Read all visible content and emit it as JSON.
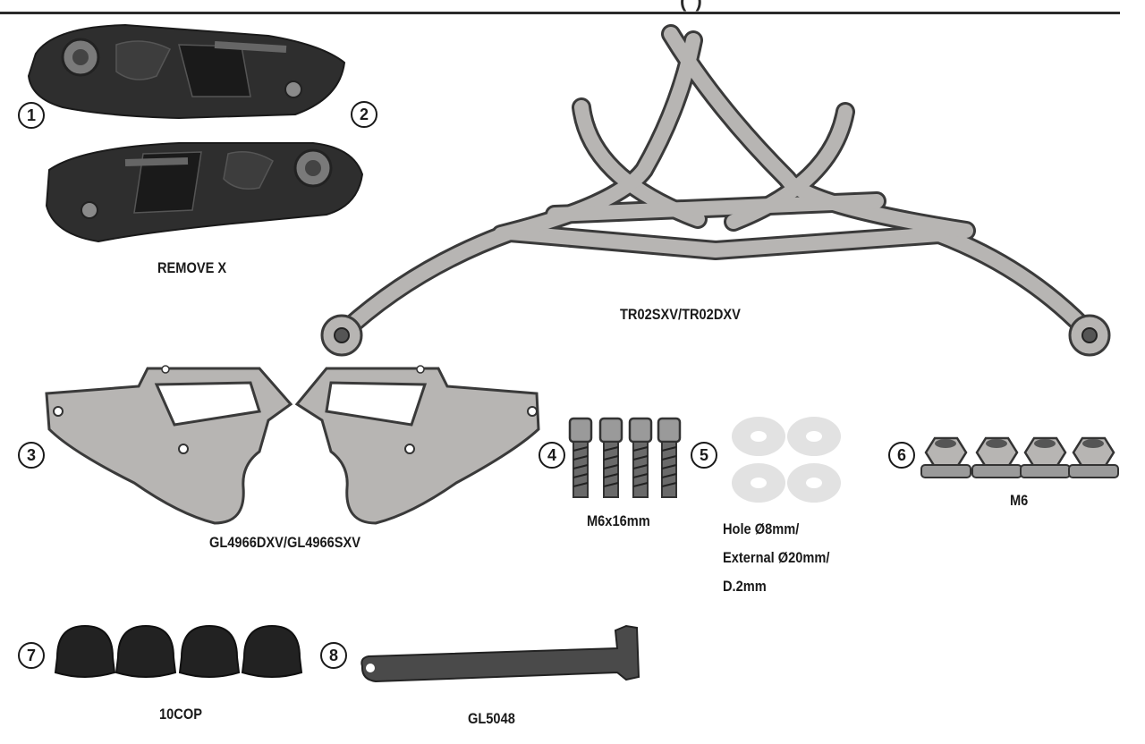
{
  "header": {
    "fragment": "(  )"
  },
  "parts": [
    {
      "number": "1",
      "label": ""
    },
    {
      "number": "2",
      "label": "REMOVE X"
    },
    {
      "number": "",
      "label": "TR02SXV/TR02DXV"
    },
    {
      "number": "3",
      "label": "GL4966DXV/GL4966SXV"
    },
    {
      "number": "4",
      "label": "M6x16mm"
    },
    {
      "number": "5",
      "label_lines": [
        "Hole Ø8mm/",
        "External Ø20mm/",
        "D.2mm"
      ]
    },
    {
      "number": "6",
      "label": "M6"
    },
    {
      "number": "7",
      "label": "10COP"
    },
    {
      "number": "8",
      "label": "GL5048"
    }
  ],
  "colors": {
    "metal": "#b7b5b3",
    "outline": "#3a3a3a",
    "dark_part": "#2e2e2e",
    "washer": "#e2e2e2"
  }
}
